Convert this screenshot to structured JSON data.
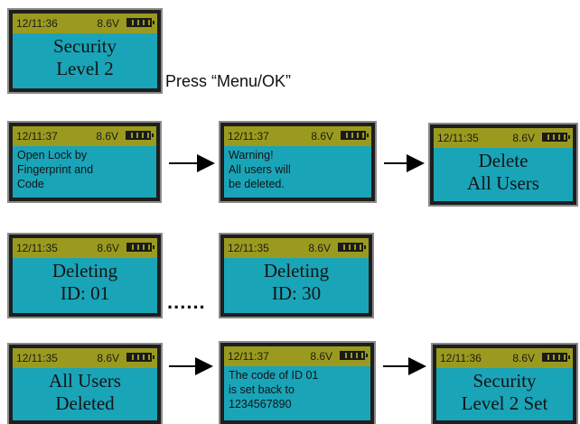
{
  "status": {
    "voltage": "8.6V",
    "battery_icon": "battery-full-icon",
    "times": {
      "s1": "12/11:36",
      "s2": "12/11:37",
      "s3": "12/11:37",
      "s4": "12/11:35",
      "s5": "12/11:35",
      "s6": "12/11:35",
      "s7": "12/11:35",
      "s8": "12/11:37",
      "s9": "12/11:36"
    }
  },
  "screens": {
    "s1": [
      "Security",
      "Level 2"
    ],
    "s2": [
      "Open Lock by",
      "Fingerprint and",
      "Code"
    ],
    "s3": [
      "Warning!",
      "All users will",
      "be deleted."
    ],
    "s4": [
      "Delete",
      "All Users"
    ],
    "s5": [
      "Deleting",
      "ID: 01"
    ],
    "s6": [
      "Deleting",
      "ID: 30"
    ],
    "s7": [
      "All Users",
      "Deleted"
    ],
    "s8": [
      "The code of ID 01",
      "is set back to",
      "1234567890"
    ],
    "s9": [
      "Security",
      "Level 2 Set"
    ]
  },
  "instruction": "Press “Menu/OK”",
  "ellipsis": "......",
  "colors": {
    "screen_bg": "#1aa4b8",
    "status_bar": "#9a9b1e",
    "frame": "#1e1e1e"
  }
}
